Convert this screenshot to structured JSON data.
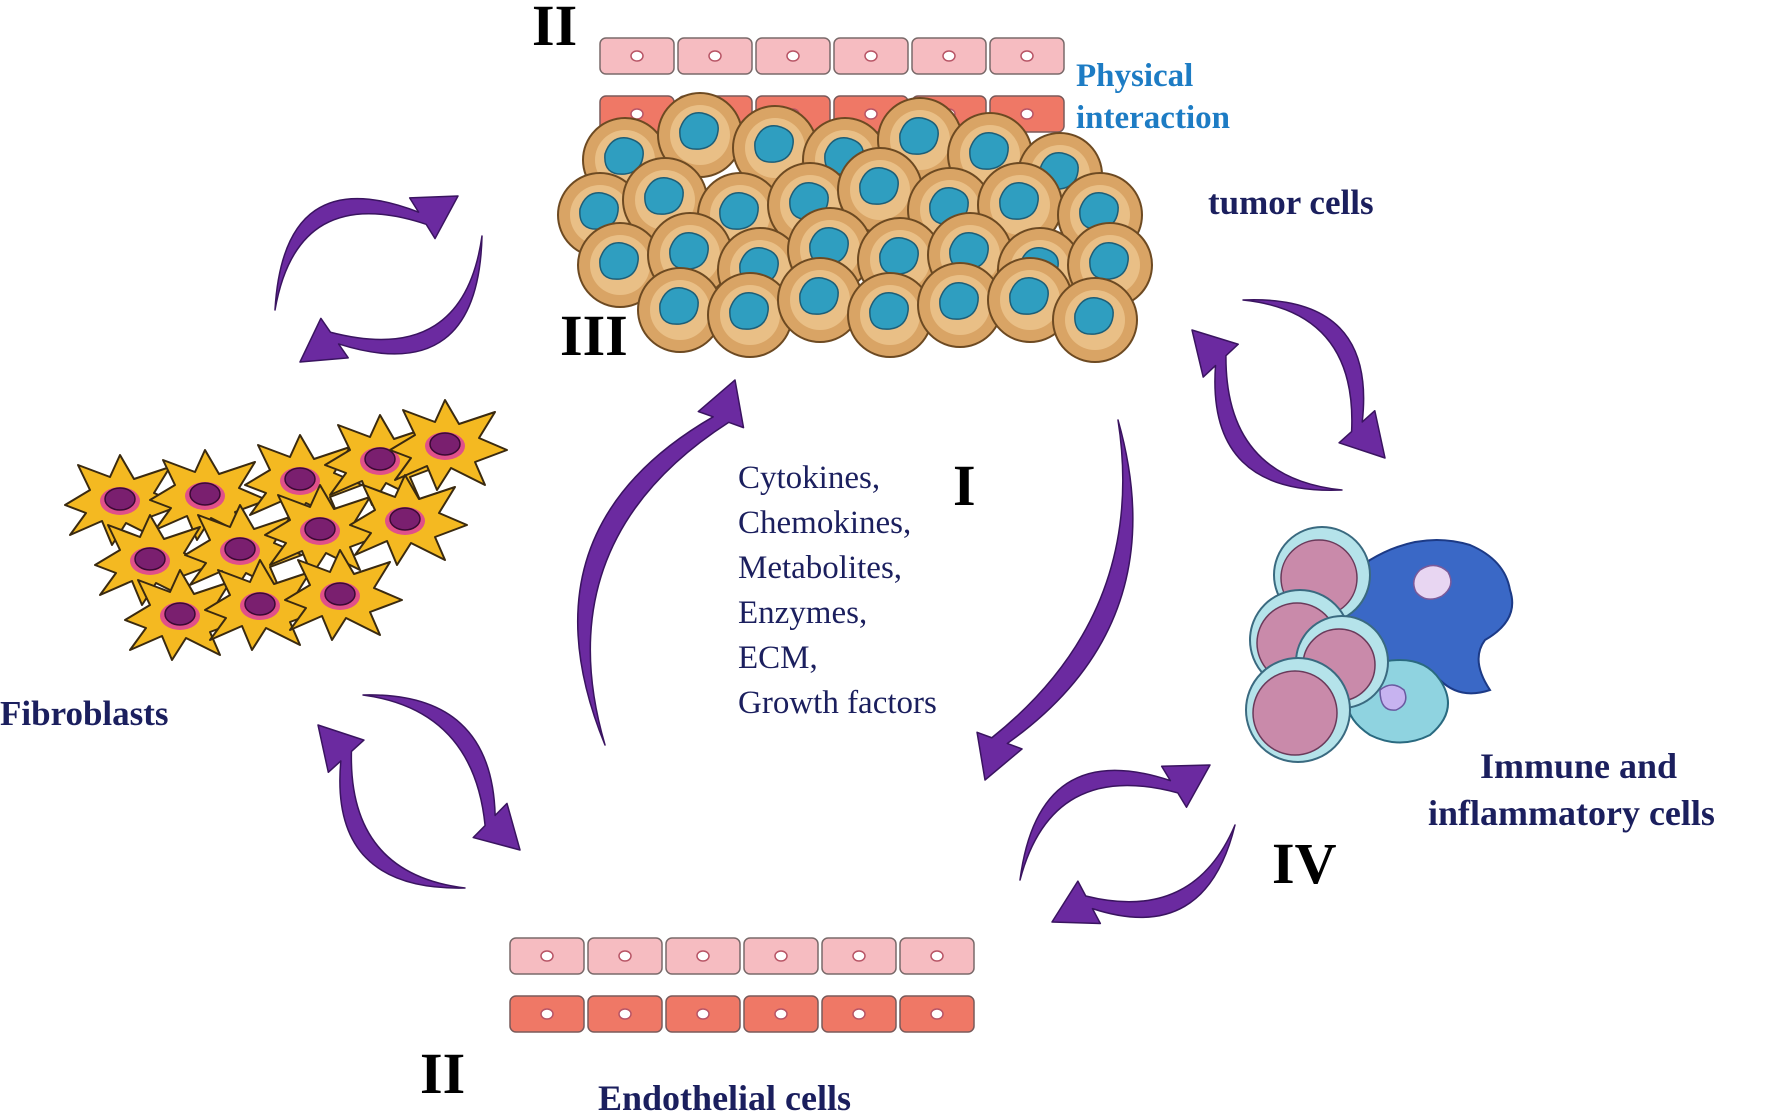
{
  "labels": {
    "roman_top": "II",
    "roman_tumor": "III",
    "roman_center": "I",
    "roman_bottom": "II",
    "roman_immune": "IV",
    "physical_line1": "Physical",
    "physical_line2": "interaction",
    "tumor": "tumor cells",
    "fibroblasts": "Fibroblasts",
    "immune_line1": "Immune and",
    "immune_line2": "inflammatory cells",
    "endothelial": "Endothelial cells"
  },
  "factors": [
    "Cytokines,",
    "Chemokines,",
    "Metabolites,",
    "Enzymes,",
    "ECM,",
    "Growth factors"
  ],
  "colors": {
    "arrow": "#6b2aa0",
    "label_navy": "#1b1f5e",
    "label_blue": "#1d7cc4",
    "endothelial_light": "#f6bcc1",
    "endothelial_dark": "#ef7866",
    "tumor_body": "#d9a465",
    "tumor_nucleus": "#2f9ec0",
    "fibroblast_body": "#f4b921",
    "fibroblast_nucleus": "#7a1f6f",
    "immune_light": "#b5e3ea",
    "immune_dark": "#3a68c6",
    "immune_pink": "#c98aaa"
  },
  "icons": [
    "endothelial-layer",
    "tumor-cell-cluster",
    "fibroblast-cluster",
    "immune-cell-cluster",
    "curved-arrow"
  ]
}
